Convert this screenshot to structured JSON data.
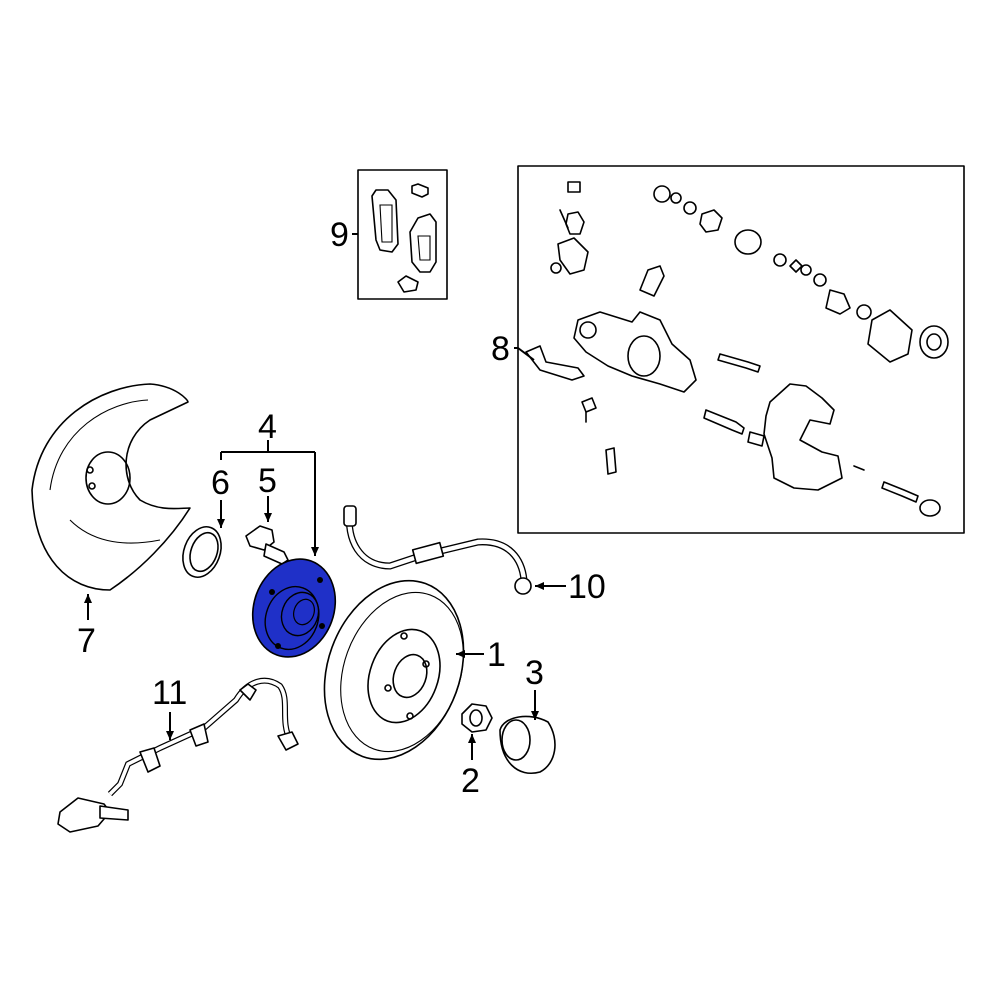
{
  "diagram": {
    "highlight_color": "#1f30c8",
    "line_color": "#000000",
    "background": "#ffffff",
    "callouts": {
      "c1": "1",
      "c2": "2",
      "c3": "3",
      "c4": "4",
      "c5": "5",
      "c6": "6",
      "c7": "7",
      "c8": "8",
      "c9": "9",
      "c10": "10",
      "c11": "11"
    },
    "highlighted_part": "4"
  }
}
